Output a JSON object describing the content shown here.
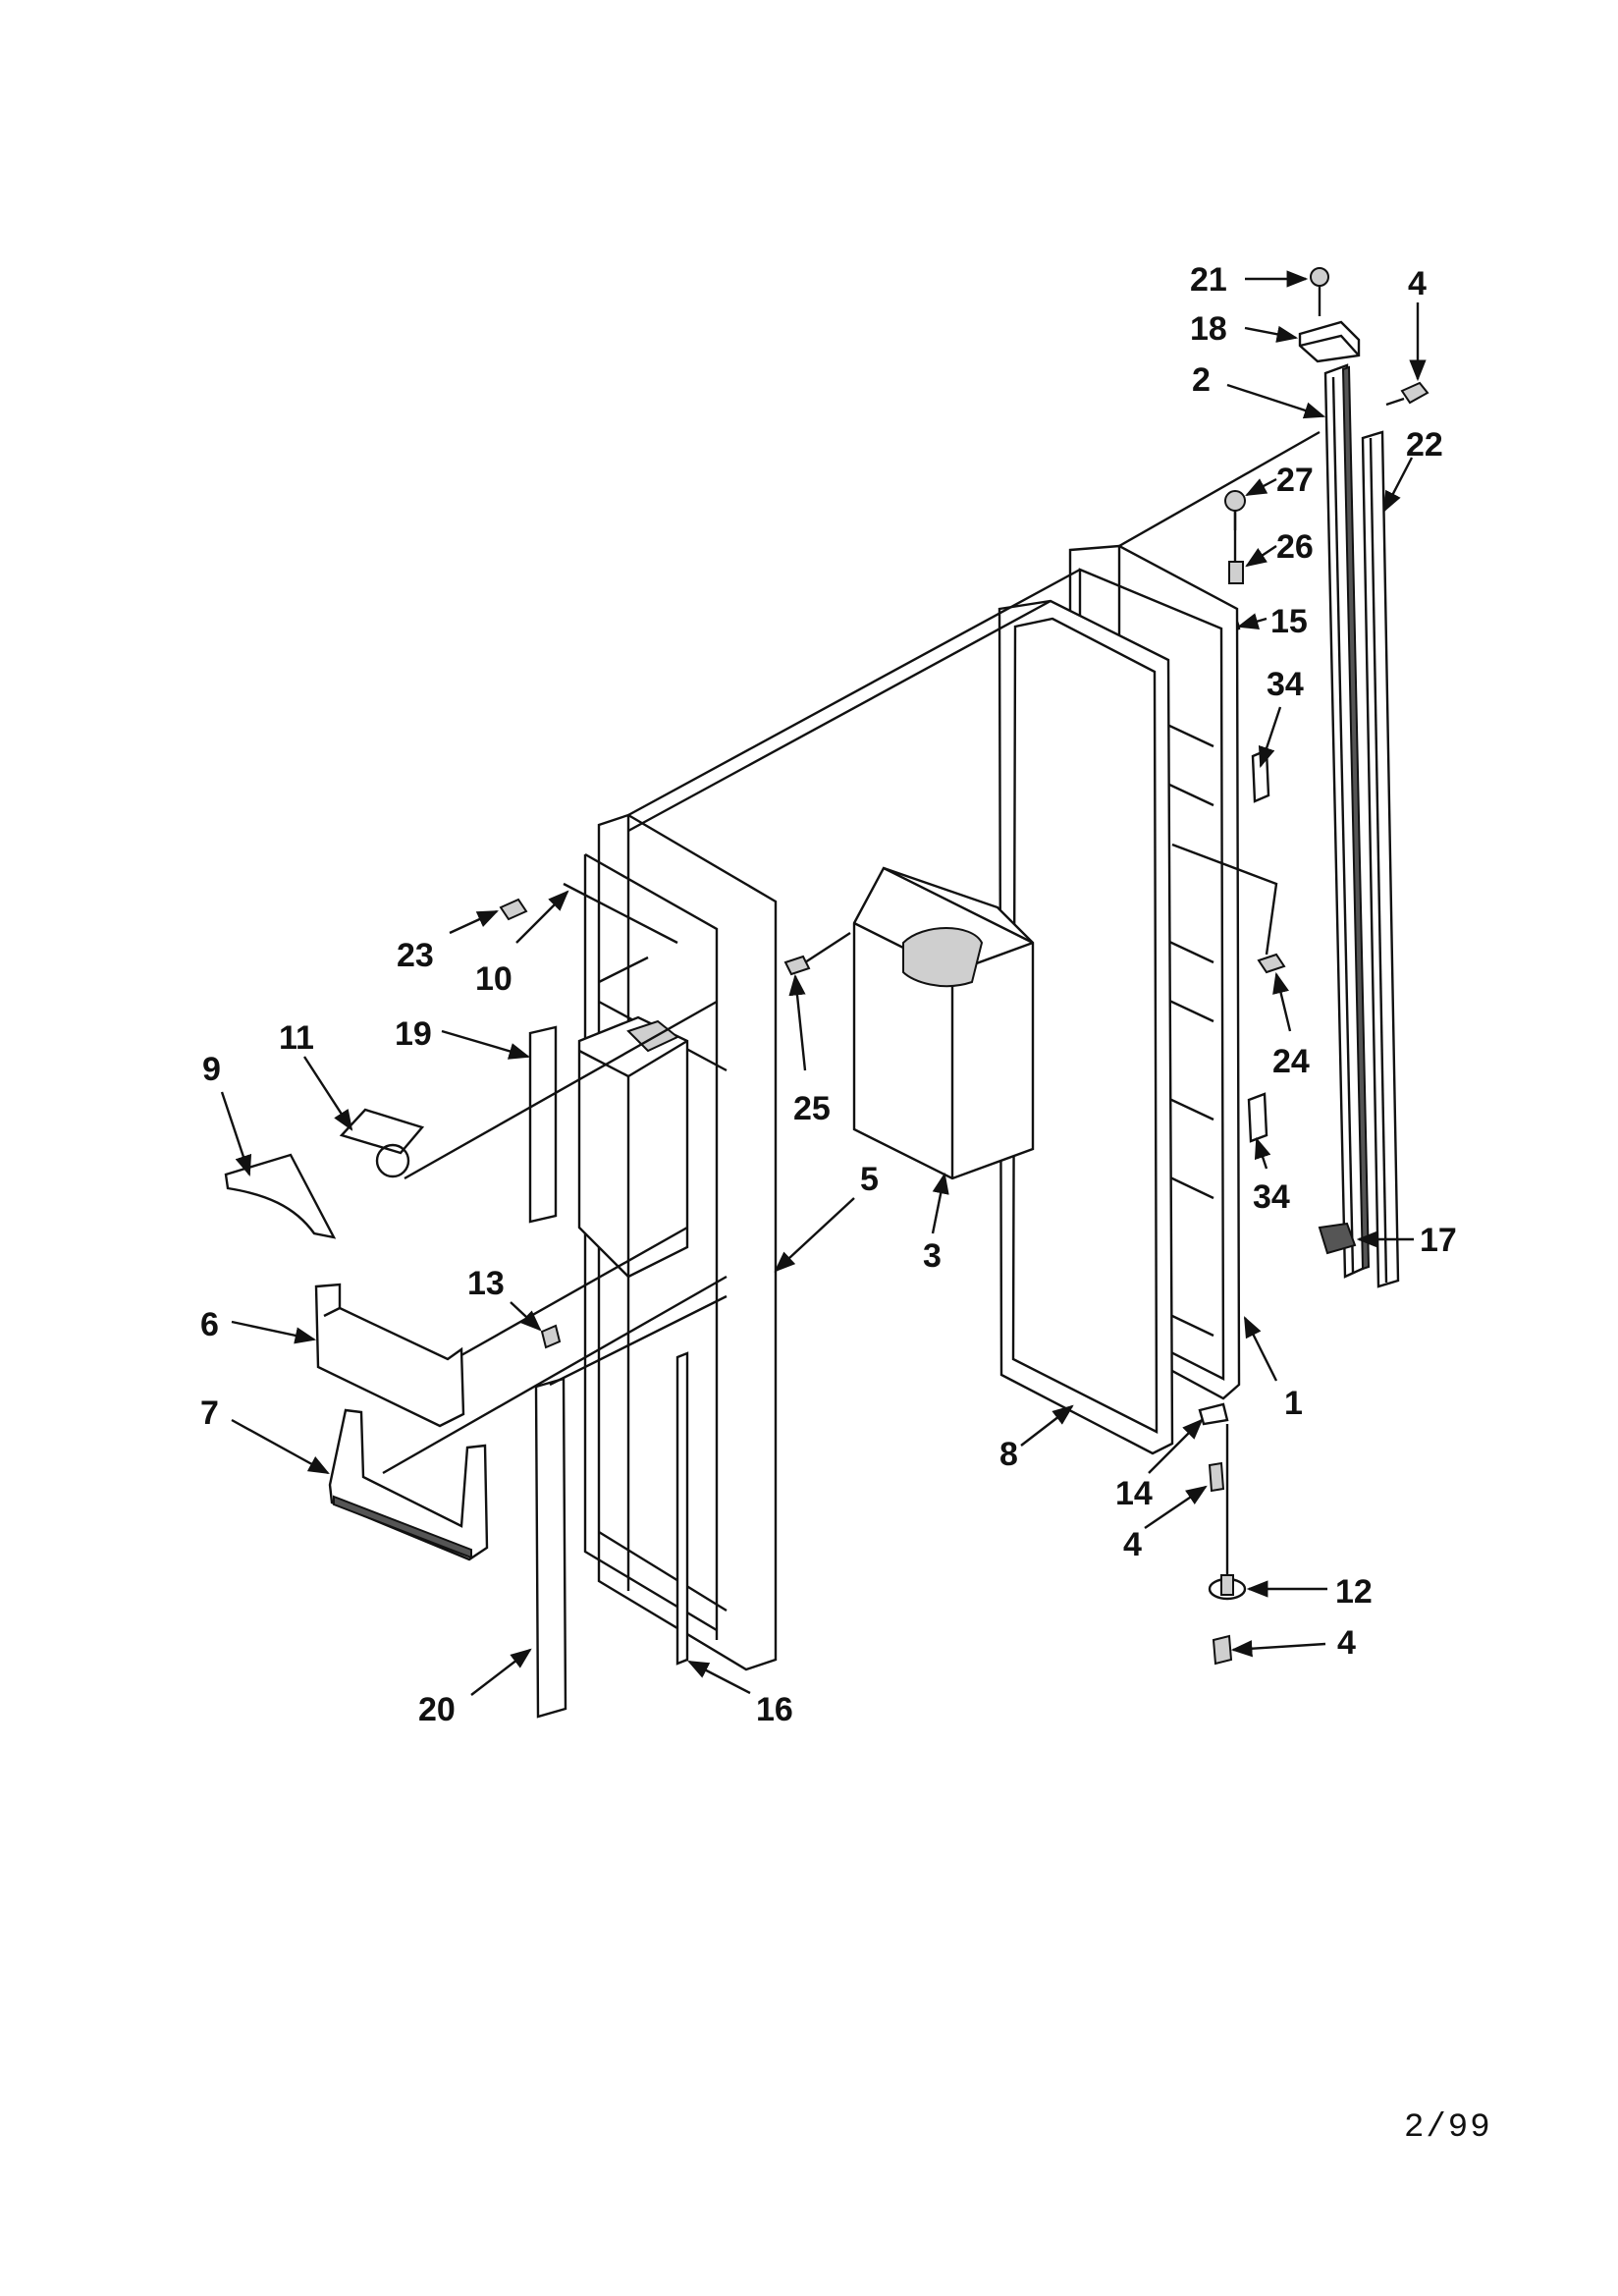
{
  "diagram": {
    "callouts": [
      {
        "label": "21"
      },
      {
        "label": "18"
      },
      {
        "label": "4"
      },
      {
        "label": "2"
      },
      {
        "label": "22"
      },
      {
        "label": "27"
      },
      {
        "label": "26"
      },
      {
        "label": "15"
      },
      {
        "label": "34"
      },
      {
        "label": "23"
      },
      {
        "label": "10"
      },
      {
        "label": "25"
      },
      {
        "label": "24"
      },
      {
        "label": "11"
      },
      {
        "label": "9"
      },
      {
        "label": "19"
      },
      {
        "label": "5"
      },
      {
        "label": "3"
      },
      {
        "label": "34"
      },
      {
        "label": "17"
      },
      {
        "label": "13"
      },
      {
        "label": "6"
      },
      {
        "label": "1"
      },
      {
        "label": "7"
      },
      {
        "label": "8"
      },
      {
        "label": "14"
      },
      {
        "label": "4"
      },
      {
        "label": "12"
      },
      {
        "label": "4"
      },
      {
        "label": "20"
      },
      {
        "label": "16"
      }
    ]
  },
  "footer": {
    "date_code": "2/99"
  }
}
